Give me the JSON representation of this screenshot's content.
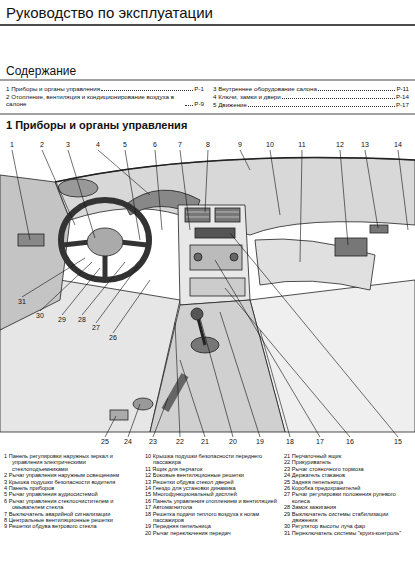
{
  "diagram": {
    "title": "Руководство по эксплуатации",
    "labels": [
      "Содержание",
      "1 Приборы и органы управления",
      "Р-1",
      "2 Отопление, вентиляция и кондиционирование воздуха в салоне",
      "Р-9",
      "3 Внутреннее оборудование салона",
      "Р-11",
      "4 Ключи, замки и двери",
      "Р-14",
      "5 Движение",
      "Р-17",
      "1 Приборы и органы управления",
      "1",
      "2",
      "3",
      "4",
      "5",
      "6",
      "7",
      "8",
      "9",
      "10",
      "11",
      "12",
      "13",
      "14",
      "15",
      "16",
      "17",
      "18",
      "19",
      "20",
      "21",
      "22",
      "23",
      "24",
      "25",
      "26",
      "27",
      "28",
      "29",
      "30",
      "31",
      "1 Панель регулировки наружных зеркал и управления электрическими стеклоподъемниками",
      "2 Рычаг управления наружным освещением",
      "3 Крышка подушки безопасности водителя",
      "4 Панель приборов",
      "5 Рычаг управления аудиосистемой",
      "6 Рычаг управления стеклоочистителем и омывателем стекла",
      "7 Выключатель аварийной сигнализации",
      "8 Центральные вентиляционные решетки",
      "9 Решетки обдува ветрового стекла",
      "10 Крышка подушки безопасности переднего пассажира",
      "11 Ящик для перчаток",
      "12 Боковые вентиляционные решетки",
      "13 Решетки обдува стекол дверей",
      "14 Гнездо для установки динамика",
      "15 Многофункциональный дисплей",
      "16 Панель управления отоплением и вентиляцией",
      "17 Автомагнитола",
      "18 Решетка подачи теплого воздуха к ногам пассажиров",
      "19 Передняя пепельница",
      "20 Рычаг переключения передач",
      "21 Перчаточный ящик",
      "22 Прикуриватель",
      "23 Рычаг стояночного тормоза",
      "24 Держатель стаканов",
      "25 Задняя пепельница",
      "26 Коробка предохранителей",
      "27 Рычаг регулировки положения рулевого колеса",
      "28 Замок зажигания",
      "29 Выключатель системы стабилизации движения",
      "30 Регулятор высоты луча фар",
      "31 Переключатель системы \"круиз-контроль\""
    ]
  }
}
